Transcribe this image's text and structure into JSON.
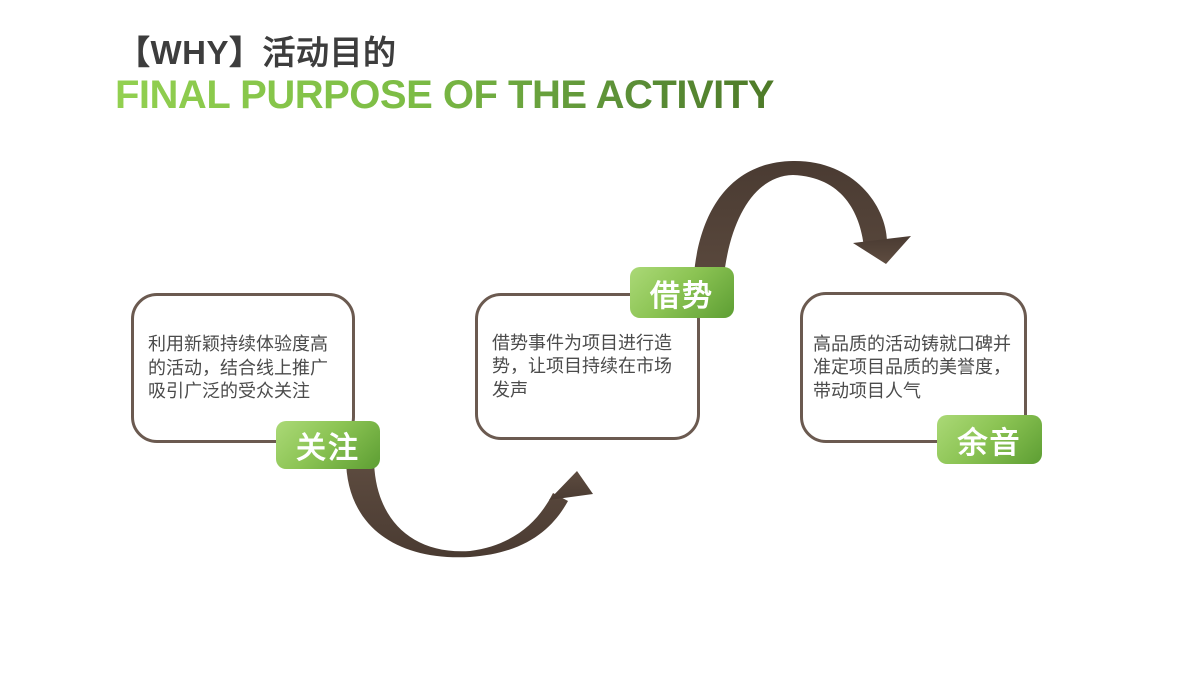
{
  "slide": {
    "title": "【WHY】活动目的",
    "subtitle": "FINAL PURPOSE OF THE ACTIVITY"
  },
  "steps": [
    {
      "badge": "关注",
      "badge_position": "bottom-right",
      "text": "利用新颖持续体验度高\n的活动，结合线上推广\n吸引广泛的受众关注"
    },
    {
      "badge": "借势",
      "badge_position": "top-right",
      "text": "借势事件为项目进行造\n势，让项目持续在市场\n发声"
    },
    {
      "badge": "余音",
      "badge_position": "bottom-right",
      "text": "高品质的活动铸就口碑并\n准定项目品质的美誉度，\n带动项目人气"
    }
  ],
  "colors": {
    "background": "#ffffff",
    "title_text": "#3d3d3d",
    "subtitle_gradient_start": "#92d050",
    "subtitle_gradient_end": "#4e7a28",
    "card_border": "#6b5a50",
    "card_text": "#4b4b4b",
    "badge_gradient_start": "#abd977",
    "badge_gradient_end": "#5d9e33",
    "badge_text": "#ffffff",
    "arrow": "#54433a"
  }
}
